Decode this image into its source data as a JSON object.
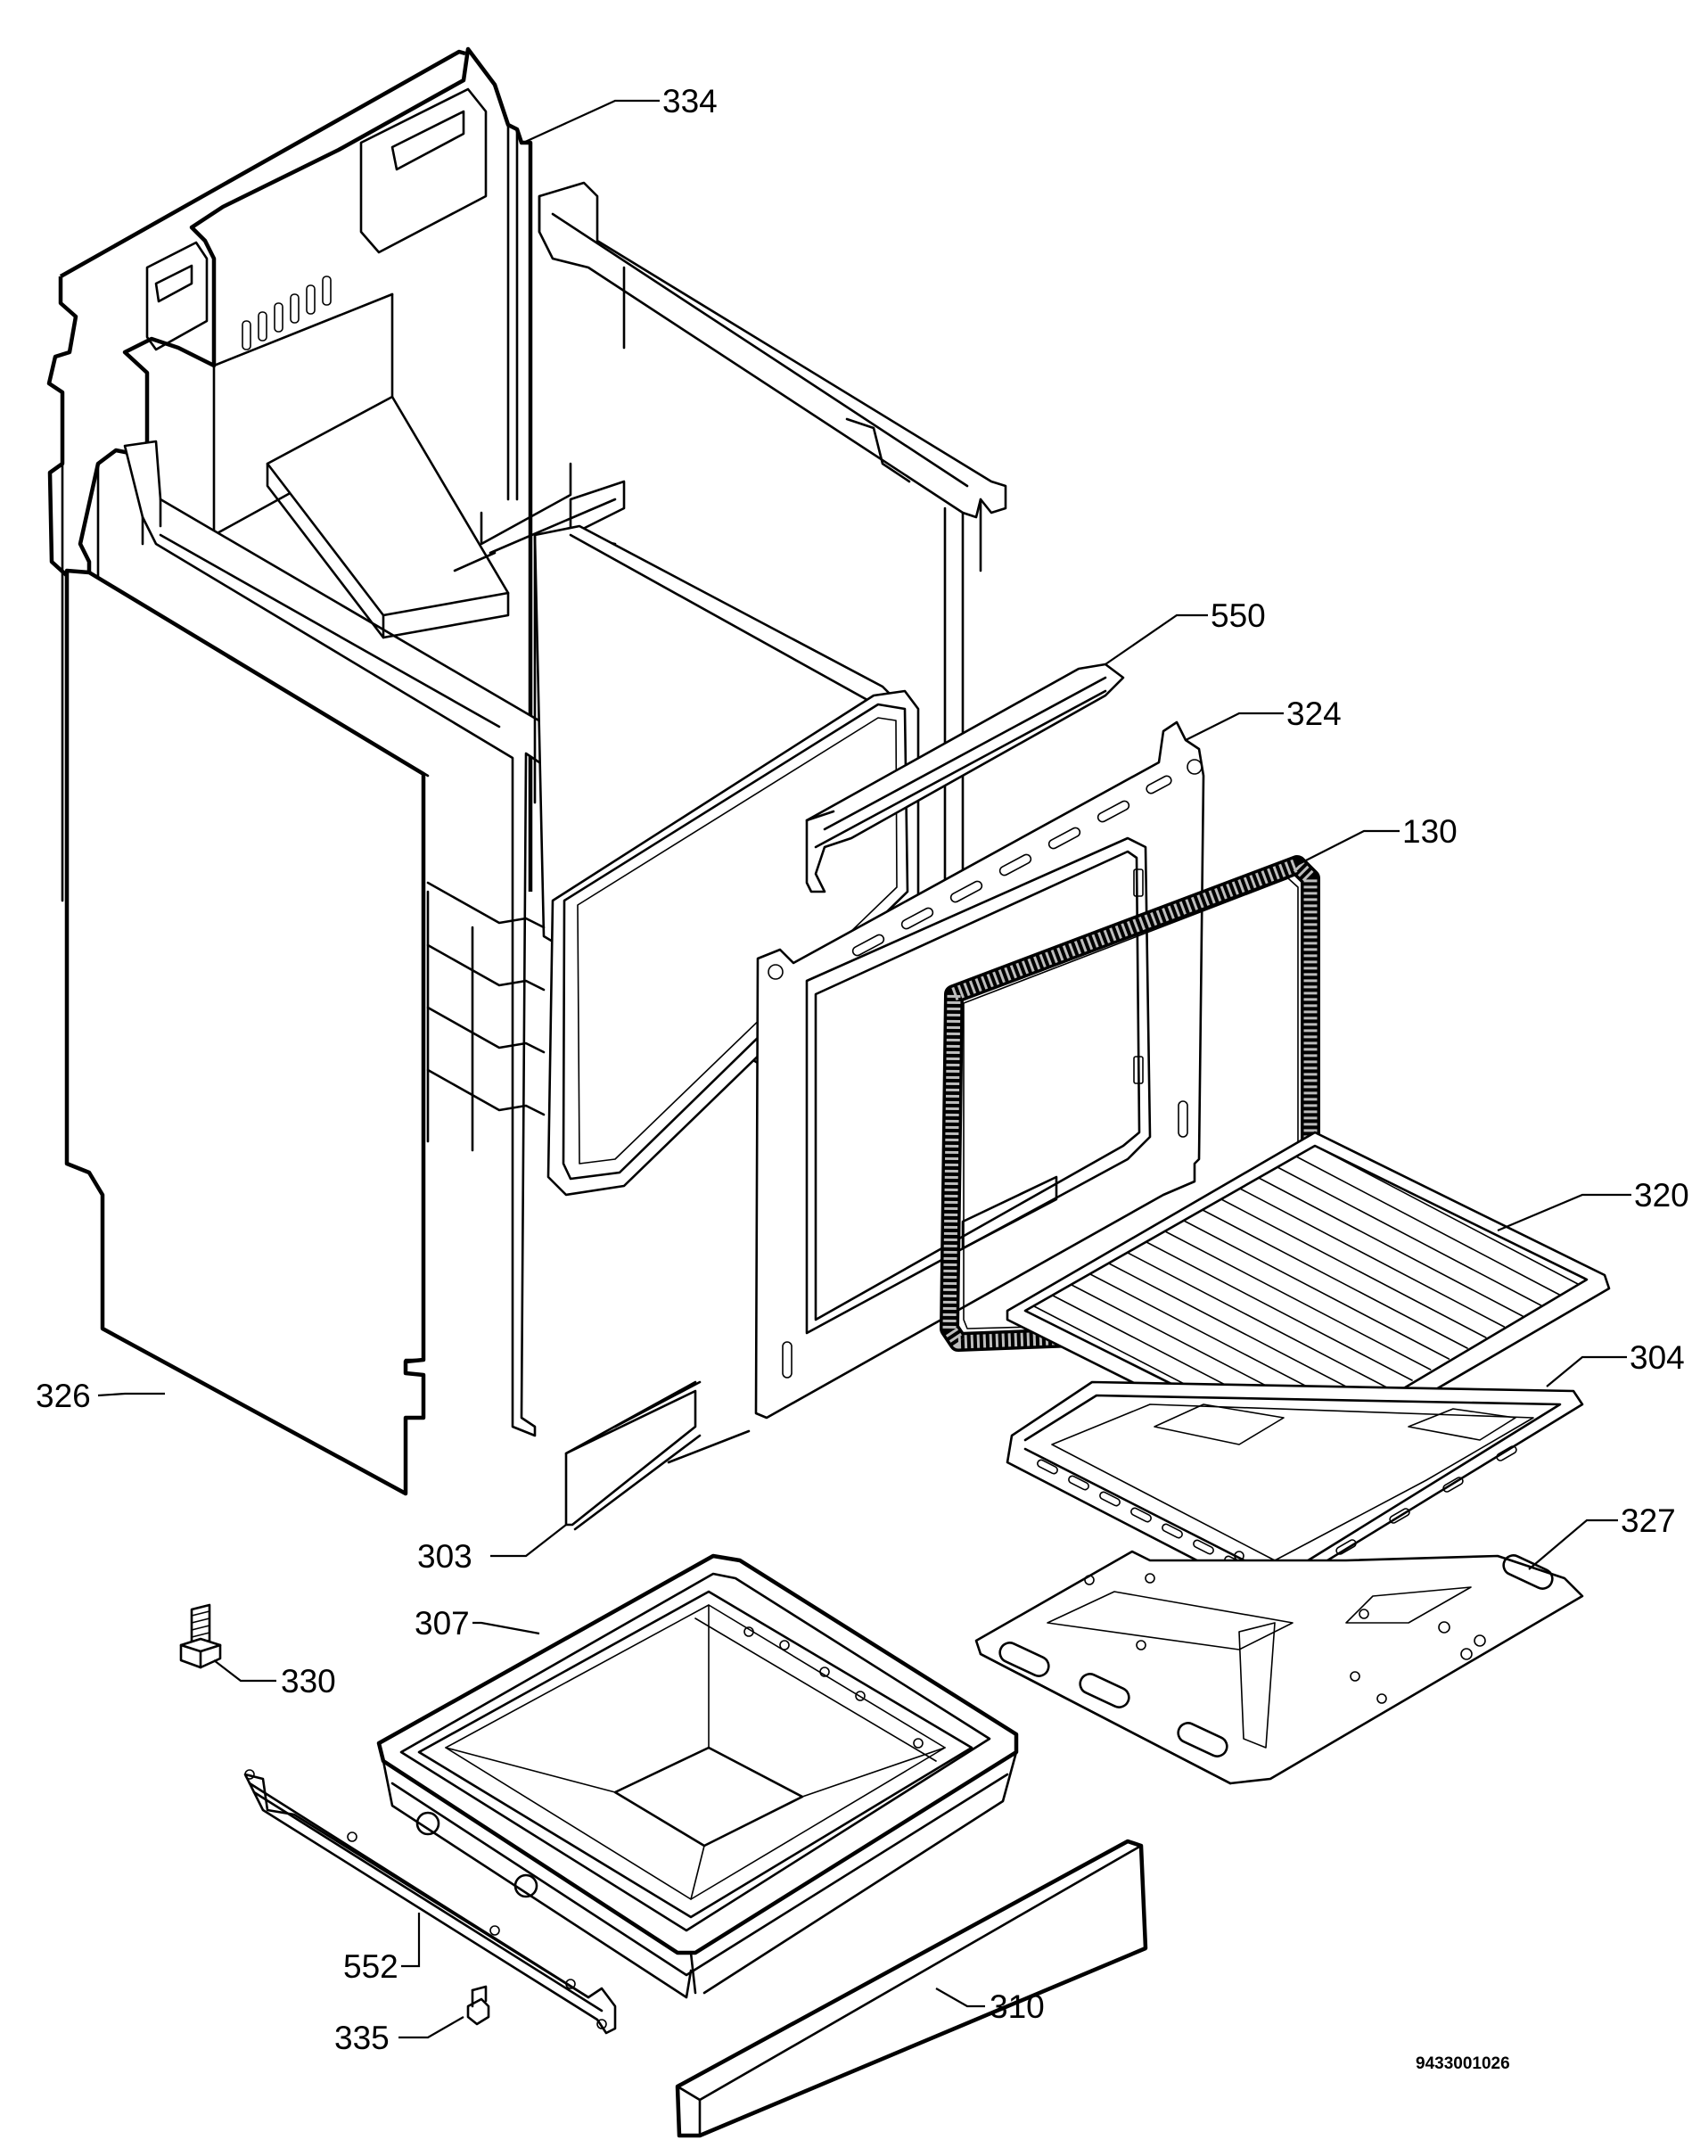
{
  "diagram": {
    "labels": {
      "p334": "334",
      "p550": "550",
      "p324": "324",
      "p130": "130",
      "p320": "320",
      "p304": "304",
      "p327": "327",
      "p326": "326",
      "p303": "303",
      "p307": "307",
      "p330": "330",
      "p552": "552",
      "p335": "335",
      "p310": "310"
    },
    "doc_code": "9433001026"
  }
}
